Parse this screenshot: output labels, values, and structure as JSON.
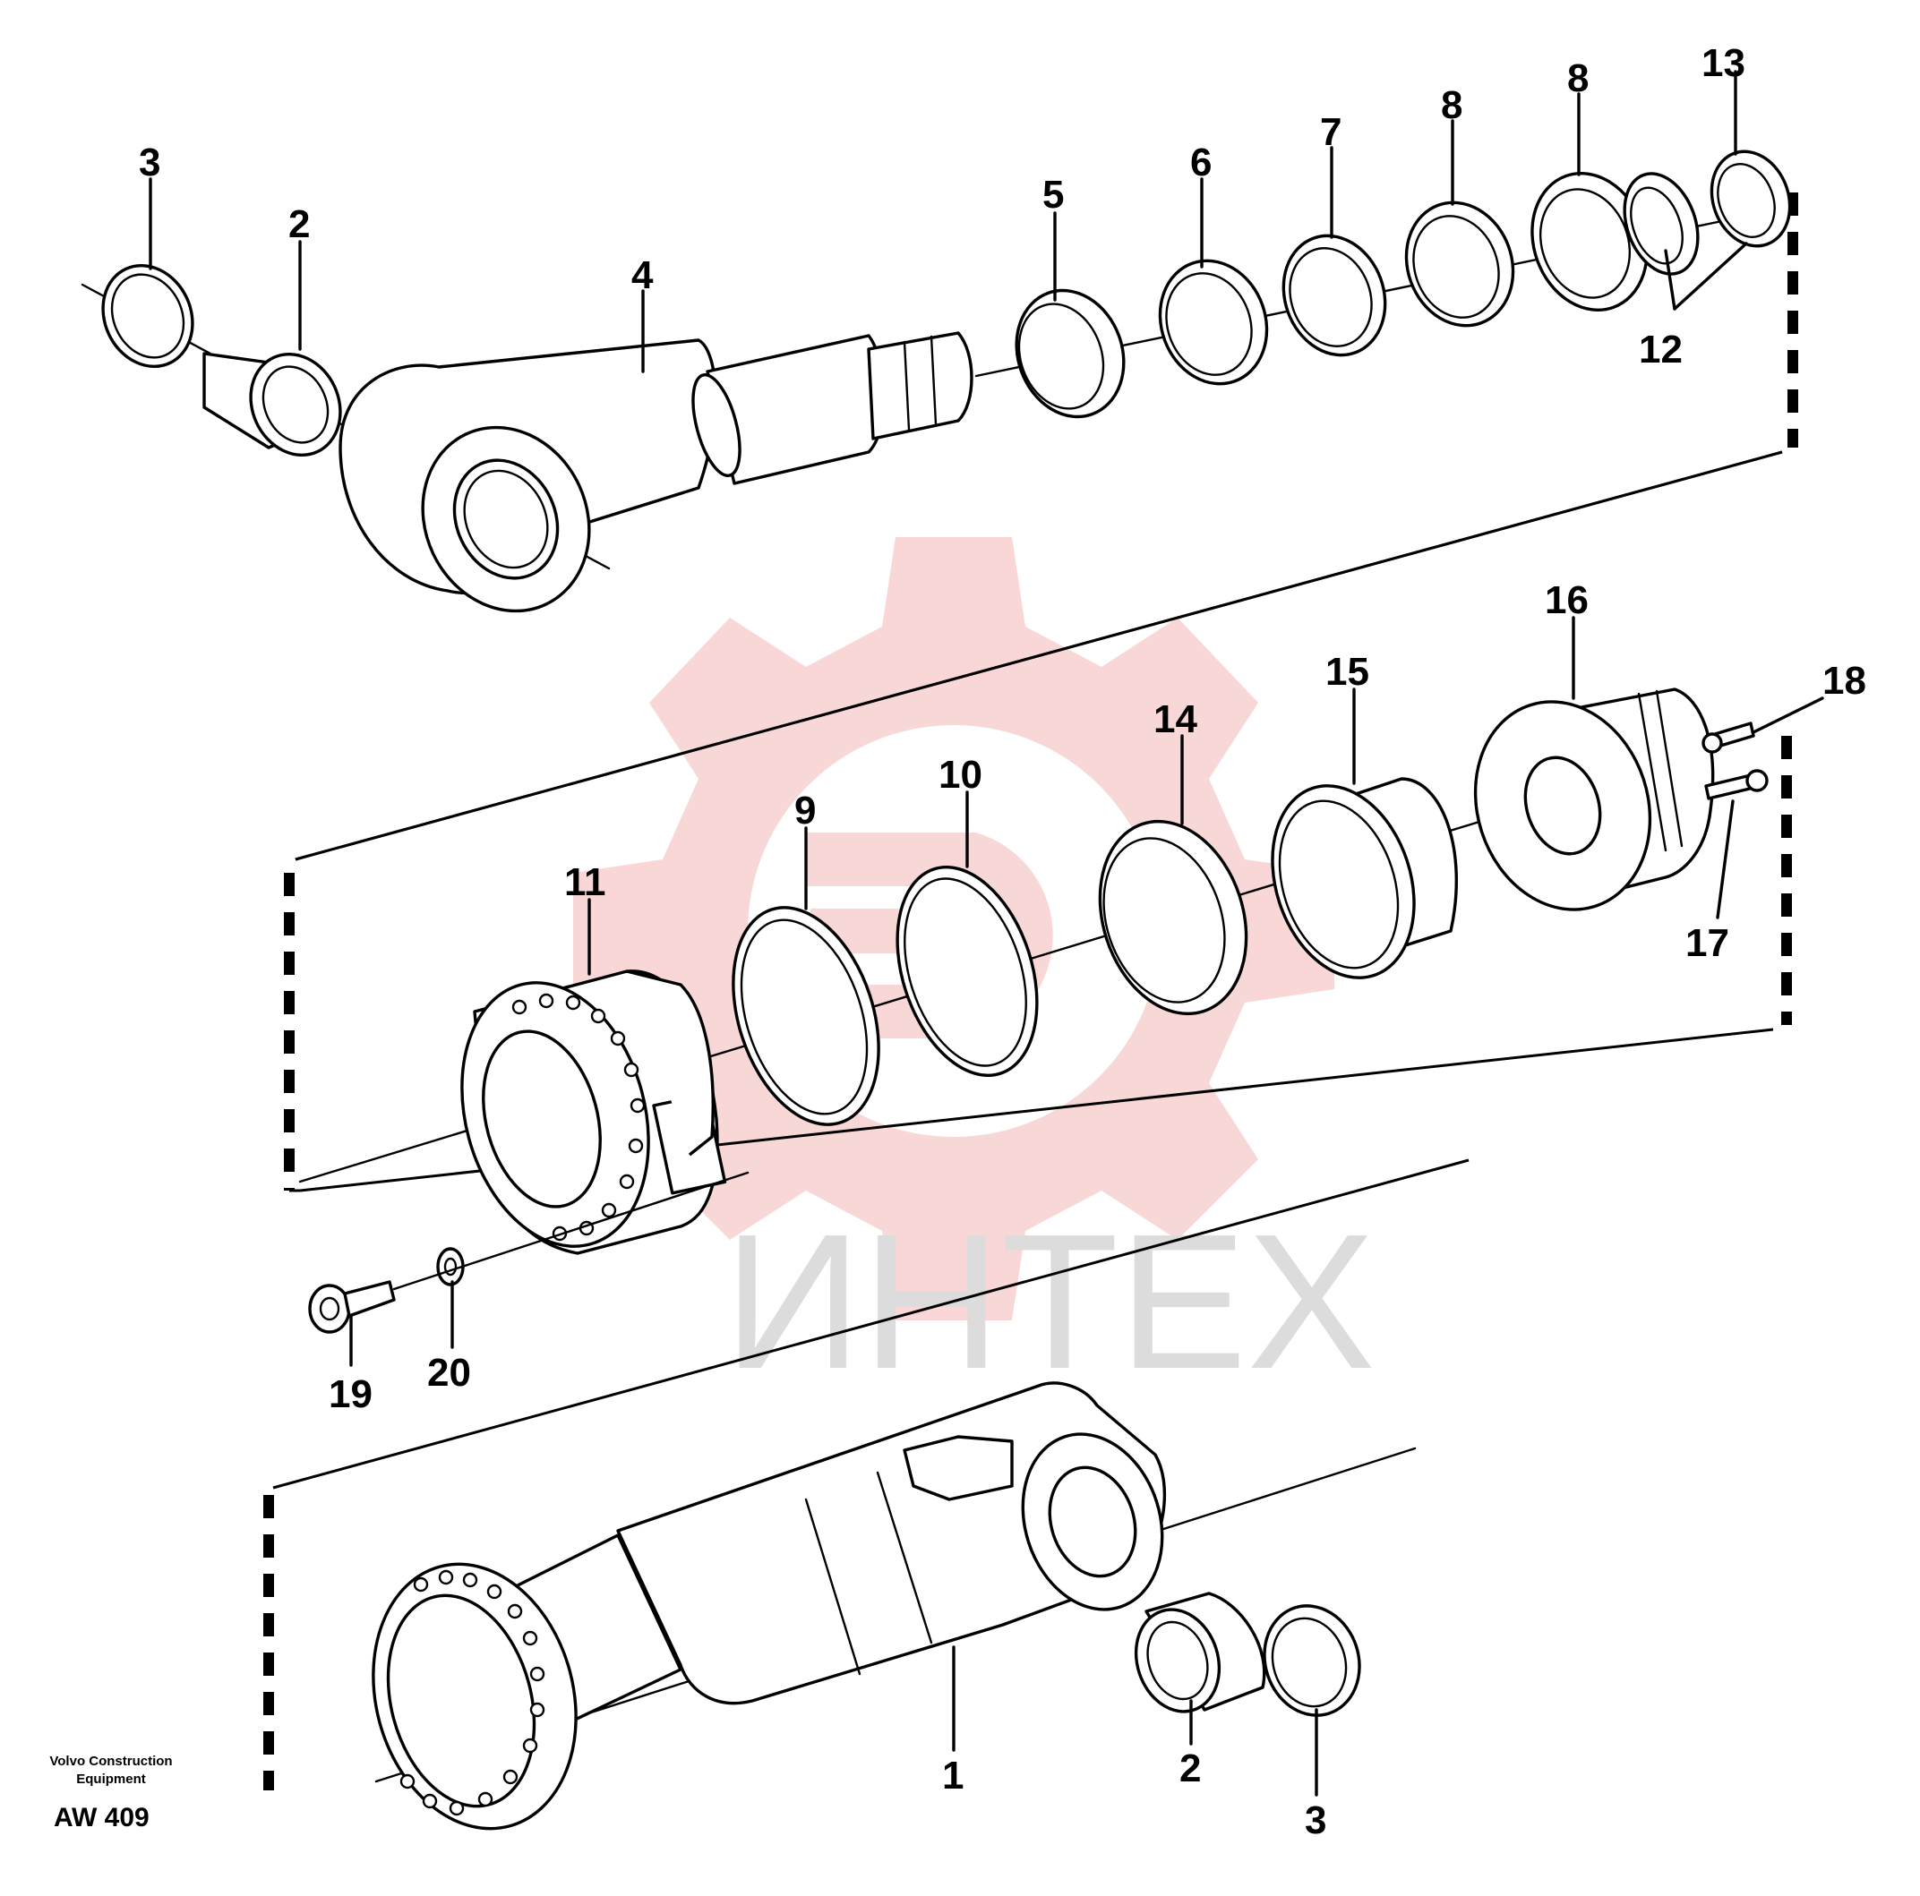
{
  "drawing": {
    "manufacturer_line1": "Volvo Construction",
    "manufacturer_line2": "Equipment",
    "drawing_code": "AW 409",
    "watermark_text": "ИНТЕХ",
    "watermark_color": "#f4b7b7"
  },
  "callouts": {
    "c1": "1",
    "c2a": "2",
    "c2b": "2",
    "c3a": "3",
    "c3b": "3",
    "c4": "4",
    "c5": "5",
    "c6": "6",
    "c7": "7",
    "c8a": "8",
    "c8b": "8",
    "c9": "9",
    "c10": "10",
    "c11": "11",
    "c12": "12",
    "c13": "13",
    "c14": "14",
    "c15": "15",
    "c16": "16",
    "c17": "17",
    "c18": "18",
    "c19": "19",
    "c20": "20"
  }
}
